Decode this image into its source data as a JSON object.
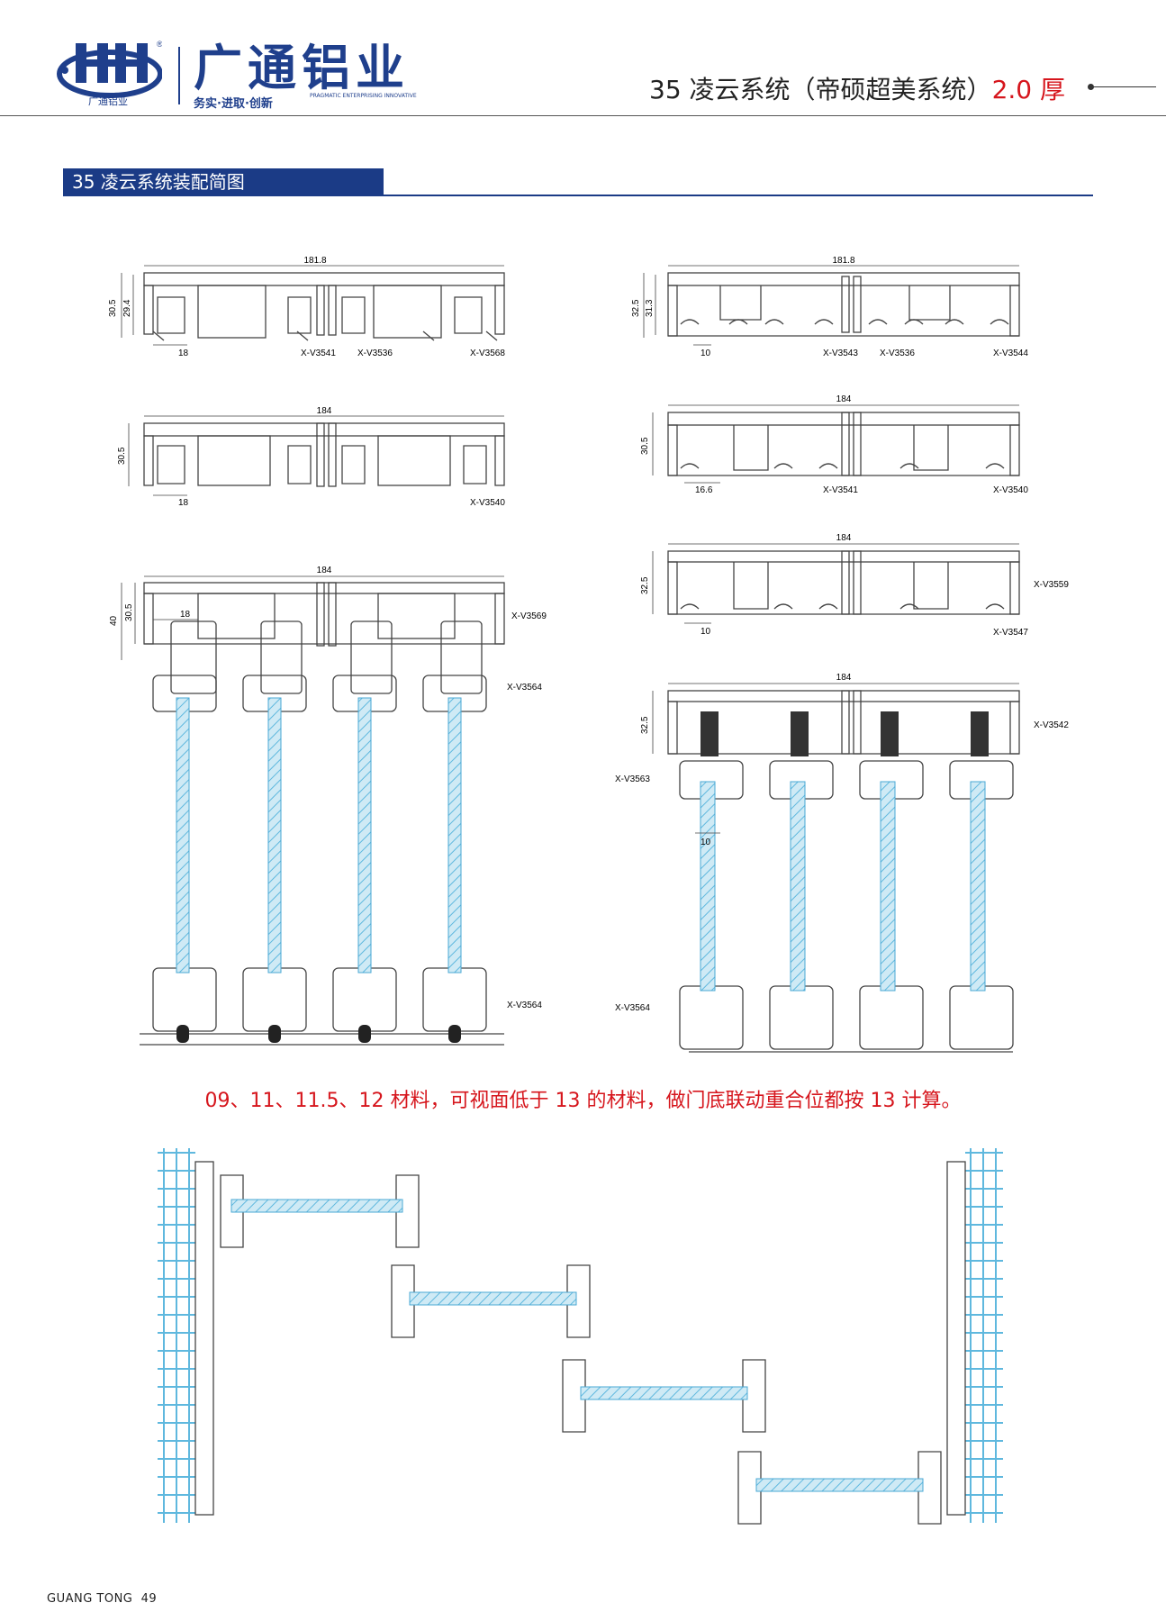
{
  "header": {
    "brand_name": "广通铝业",
    "logo_caption": "广通铝业",
    "slogan": "务实·进取·创新",
    "english_tagline": "PRAGMATIC ENTERPRISING INNOVATIVE",
    "title_main": "35 凌云系统（帝硕超美系统）",
    "title_thickness": "2.0 厚"
  },
  "section": {
    "title": "35 凌云系统装配简图"
  },
  "colors": {
    "brand_blue": "#1b3b86",
    "accent_red": "#d6161d",
    "glass_blue": "#8ecfe6"
  },
  "drawings": {
    "left_top": {
      "width": "181.8",
      "h1": "30.5",
      "h2": "29.4",
      "offset": "18",
      "labels": [
        "X-V3541",
        "X-V3536",
        "X-V3568"
      ]
    },
    "right_top": {
      "width": "181.8",
      "h1": "32.5",
      "h2": "31.3",
      "offset": "10",
      "labels": [
        "X-V3543",
        "X-V3536",
        "X-V3544"
      ]
    },
    "left_mid": {
      "width": "184",
      "h1": "30.5",
      "offset": "18",
      "labels": [
        "X-V3540"
      ]
    },
    "right_mid": {
      "width": "184",
      "h1": "30.5",
      "offset": "16.6",
      "labels": [
        "X-V3541",
        "X-V3540"
      ]
    },
    "right_third": {
      "width": "184",
      "h1": "32.5",
      "offset": "10",
      "labels": [
        "X-V3559",
        "X-V3547"
      ]
    },
    "left_assembly": {
      "width": "184",
      "h_outer": "40",
      "h1": "30.5",
      "offset": "18",
      "labels": [
        "X-V3569",
        "X-V3564",
        "X-V3564"
      ]
    },
    "right_assembly": {
      "width": "184",
      "h1": "32.5",
      "glass": "10",
      "labels": [
        "X-V3542",
        "X-V3563",
        "X-V3564"
      ]
    }
  },
  "note": "09、11、11.5、12 材料，可视面低于 13 的材料，做门底联动重合位都按 13 计算。",
  "footer": {
    "brand": "GUANG TONG",
    "page": "49"
  }
}
